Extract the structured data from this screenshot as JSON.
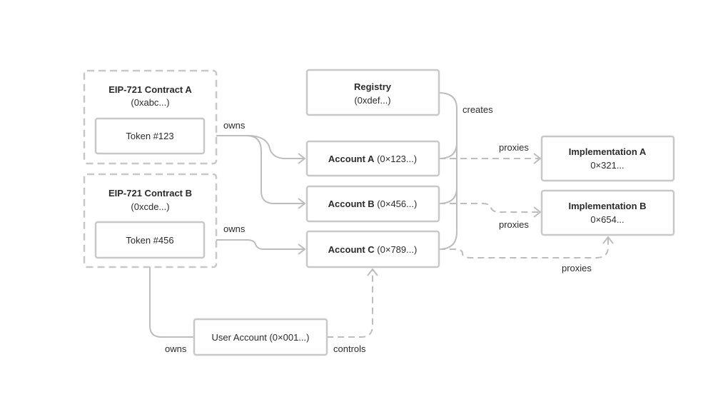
{
  "groups": {
    "contract_a": {
      "title": "EIP-721 Contract A",
      "address": "(0xabc...)"
    },
    "contract_b": {
      "title": "EIP-721 Contract B",
      "address": "(0xcde...)"
    }
  },
  "nodes": {
    "token_123": {
      "label": "Token #123"
    },
    "token_456": {
      "label": "Token #456"
    },
    "registry": {
      "title": "Registry",
      "address": "(0xdef...)"
    },
    "account_a": {
      "name": "Account A",
      "address": "(0×123...)"
    },
    "account_b": {
      "name": "Account B",
      "address": "(0×456...)"
    },
    "account_c": {
      "name": "Account C",
      "address": "(0×789...)"
    },
    "impl_a": {
      "title": "Implementation A",
      "address": "0×321..."
    },
    "impl_b": {
      "title": "Implementation B",
      "address": "0×654..."
    },
    "user_account": {
      "label": "User Account (0×001...)"
    }
  },
  "edges": {
    "owns_a": "owns",
    "owns_b": "owns",
    "creates": "creates",
    "proxies_a": "proxies",
    "proxies_b": "proxies",
    "proxies_c": "proxies",
    "user_owns": "owns",
    "user_controls": "controls"
  }
}
